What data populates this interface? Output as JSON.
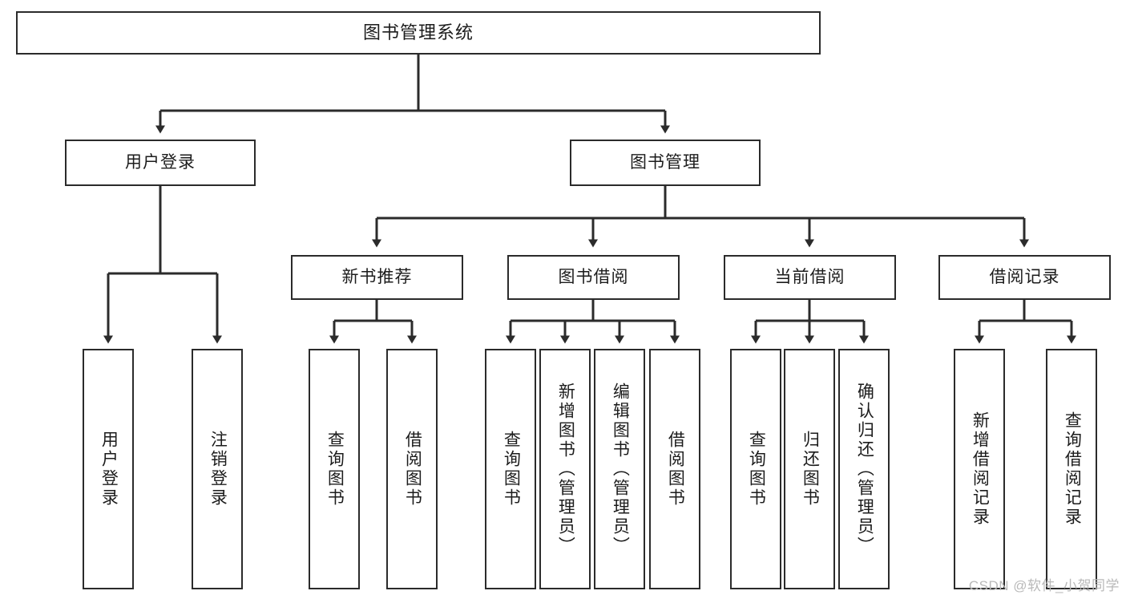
{
  "diagram": {
    "title": "图书管理系统",
    "type": "tree-hierarchy",
    "watermark": "CSDN @软件_小贺同学",
    "colors": {
      "box_border": "#2b2b2b",
      "box_fill": "#ffffff",
      "connector": "#2b2b2b",
      "text": "#1c1c1c",
      "watermark": "#b9b9b9",
      "background": "#ffffff"
    },
    "root": {
      "id": "root",
      "label": "图书管理系统"
    },
    "level2": [
      {
        "id": "user-login",
        "label": "用户登录"
      },
      {
        "id": "book-manage",
        "label": "图书管理"
      }
    ],
    "level3": [
      {
        "id": "new-book-recommend",
        "label": "新书推荐",
        "parent": "book-manage"
      },
      {
        "id": "book-borrow",
        "label": "图书借阅",
        "parent": "book-manage"
      },
      {
        "id": "current-borrow",
        "label": "当前借阅",
        "parent": "book-manage"
      },
      {
        "id": "borrow-record",
        "label": "借阅记录",
        "parent": "book-manage"
      }
    ],
    "leaves": [
      {
        "id": "leaf-user-login",
        "label": "用户登录",
        "parent": "user-login"
      },
      {
        "id": "leaf-user-logout",
        "label": "注销登录",
        "parent": "user-login"
      },
      {
        "id": "leaf-query-book-1",
        "label": "查询图书",
        "parent": "new-book-recommend"
      },
      {
        "id": "leaf-borrow-book-1",
        "label": "借阅图书",
        "parent": "new-book-recommend"
      },
      {
        "id": "leaf-query-book-2",
        "label": "查询图书",
        "parent": "book-borrow"
      },
      {
        "id": "leaf-add-book",
        "label": "新增图书（管理员）",
        "parent": "book-borrow"
      },
      {
        "id": "leaf-edit-book",
        "label": "编辑图书（管理员）",
        "parent": "book-borrow"
      },
      {
        "id": "leaf-borrow-book-2",
        "label": "借阅图书",
        "parent": "book-borrow"
      },
      {
        "id": "leaf-query-book-3",
        "label": "查询图书",
        "parent": "current-borrow"
      },
      {
        "id": "leaf-return-book",
        "label": "归还图书",
        "parent": "current-borrow"
      },
      {
        "id": "leaf-confirm-return",
        "label": "确认归还（管理员）",
        "parent": "current-borrow"
      },
      {
        "id": "leaf-add-record",
        "label": "新增借阅记录",
        "parent": "borrow-record"
      },
      {
        "id": "leaf-query-record",
        "label": "查询借阅记录",
        "parent": "borrow-record"
      }
    ]
  }
}
